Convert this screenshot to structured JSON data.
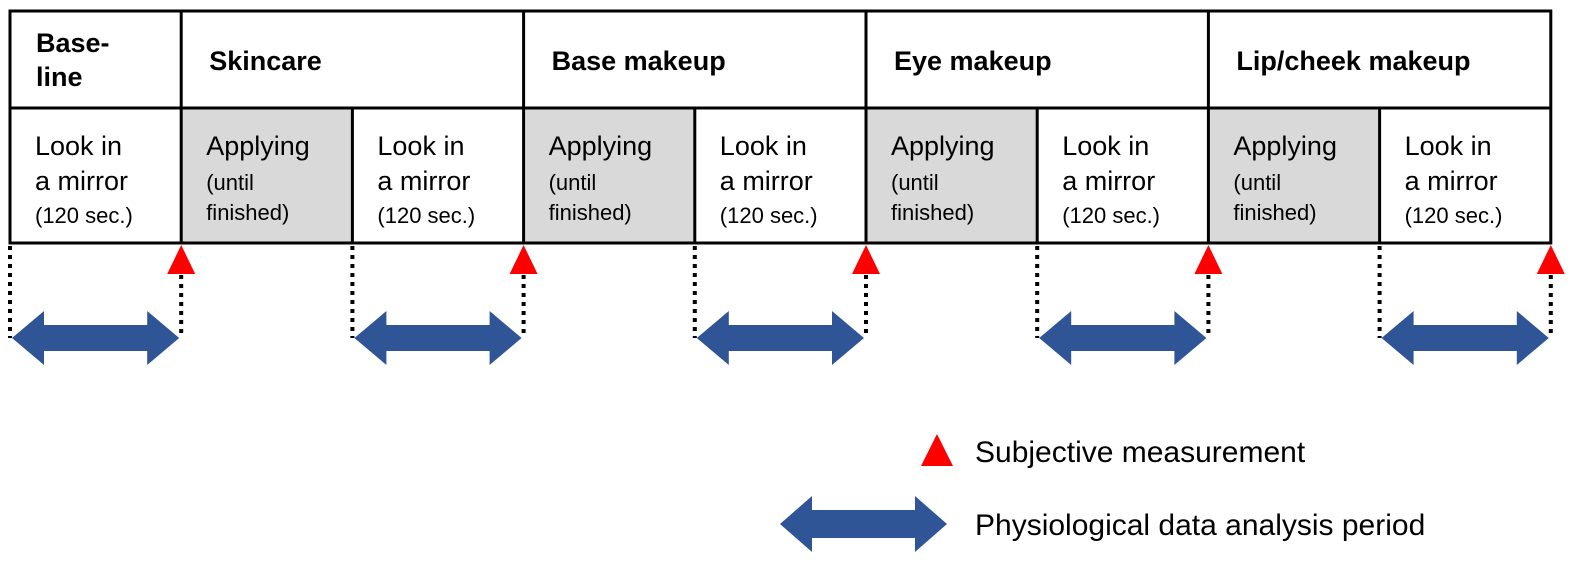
{
  "phases": [
    {
      "lines": [
        "Base-",
        "line"
      ]
    },
    {
      "lines": [
        "Skincare"
      ]
    },
    {
      "lines": [
        "Base makeup"
      ]
    },
    {
      "lines": [
        "Eye makeup"
      ]
    },
    {
      "lines": [
        "Lip/cheek makeup"
      ]
    }
  ],
  "steps": [
    {
      "kind": "look",
      "line1": "Look in",
      "line2": "a mirror",
      "line3": "(120 sec.)"
    },
    {
      "kind": "apply",
      "line1": "Applying",
      "line2": "(until",
      "line3": "finished)"
    },
    {
      "kind": "look",
      "line1": "Look in",
      "line2": "a mirror",
      "line3": "(120 sec.)"
    },
    {
      "kind": "apply",
      "line1": "Applying",
      "line2": "(until",
      "line3": "finished)"
    },
    {
      "kind": "look",
      "line1": "Look in",
      "line2": "a mirror",
      "line3": "(120 sec.)"
    },
    {
      "kind": "apply",
      "line1": "Applying",
      "line2": "(until",
      "line3": "finished)"
    },
    {
      "kind": "look",
      "line1": "Look in",
      "line2": "a mirror",
      "line3": "(120 sec.)"
    },
    {
      "kind": "apply",
      "line1": "Applying",
      "line2": "(until",
      "line3": "finished)"
    },
    {
      "kind": "look",
      "line1": "Look in",
      "line2": "a mirror",
      "line3": "(120 sec.)"
    }
  ],
  "legend": {
    "subjective_label": "Subjective measurement",
    "physiological_label": "Physiological data analysis period"
  },
  "colors": {
    "apply_fill": "#d9d9d9",
    "look_fill": "#ffffff",
    "marker": "#ff0000",
    "arrow": "#2f5597",
    "border": "#000000"
  }
}
